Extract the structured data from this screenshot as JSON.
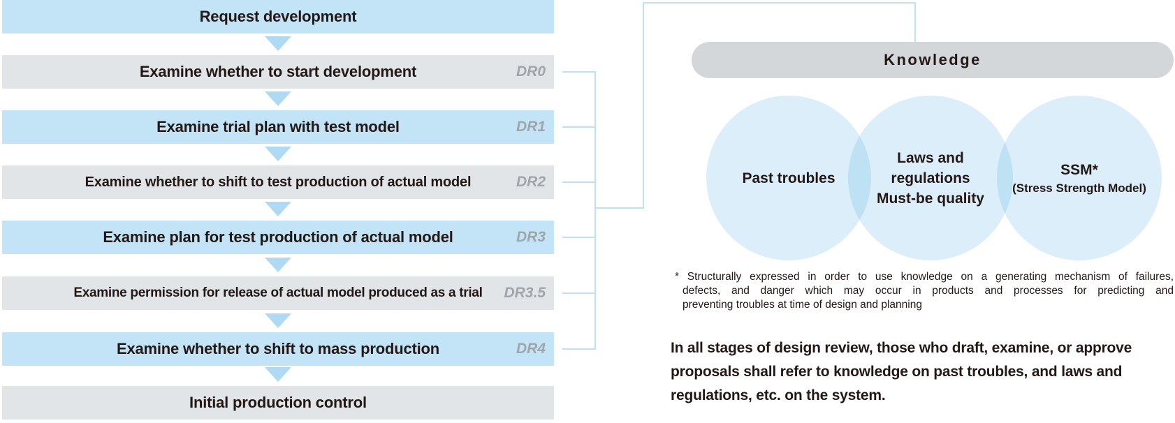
{
  "flow": {
    "rows": [
      {
        "label": "Request development",
        "dr": ""
      },
      {
        "label": "Examine whether to start development",
        "dr": "DR0"
      },
      {
        "label": "Examine trial plan with test model",
        "dr": "DR1"
      },
      {
        "label": "Examine whether to shift to test production of actual model",
        "dr": "DR2"
      },
      {
        "label": "Examine plan for test production of actual model",
        "dr": "DR3"
      },
      {
        "label": "Examine permission for release of actual model produced as a trial",
        "dr": "DR3.5"
      },
      {
        "label": "Examine whether to shift to mass production",
        "dr": "DR4"
      },
      {
        "label": "Initial production control",
        "dr": ""
      }
    ]
  },
  "knowledge": {
    "title": "Knowledge",
    "circles": [
      {
        "line1": "Past troubles"
      },
      {
        "line1": "Laws and",
        "line2": "regulations",
        "line3": "Must-be quality"
      },
      {
        "line1": "SSM*",
        "line2": "(Stress Strength Model)"
      }
    ]
  },
  "footnote": {
    "line1": "* Structurally expressed in order to use knowledge on a generating mechanism of failures,",
    "line2": "defects, and danger which may occur in products and processes for predicting and",
    "line3": "preventing troubles at time of design and planning"
  },
  "paragraph": {
    "line1": "In all stages of design review, those who draft, examine, or approve",
    "line2": "proposals shall refer to knowledge on past troubles, and laws and",
    "line3": "regulations, etc. on the system."
  },
  "colors": {
    "box_blue": "#c3e4f6",
    "box_gray": "#e2e5e8",
    "arrow_blue": "#aedaf3",
    "connector_blue": "#bfe1f4",
    "knowledge_bar_gray": "#d3d7da",
    "circle_blue": "#dcedf8",
    "text_dark": "#231815",
    "dr_label_gray": "#9ea6ac"
  }
}
